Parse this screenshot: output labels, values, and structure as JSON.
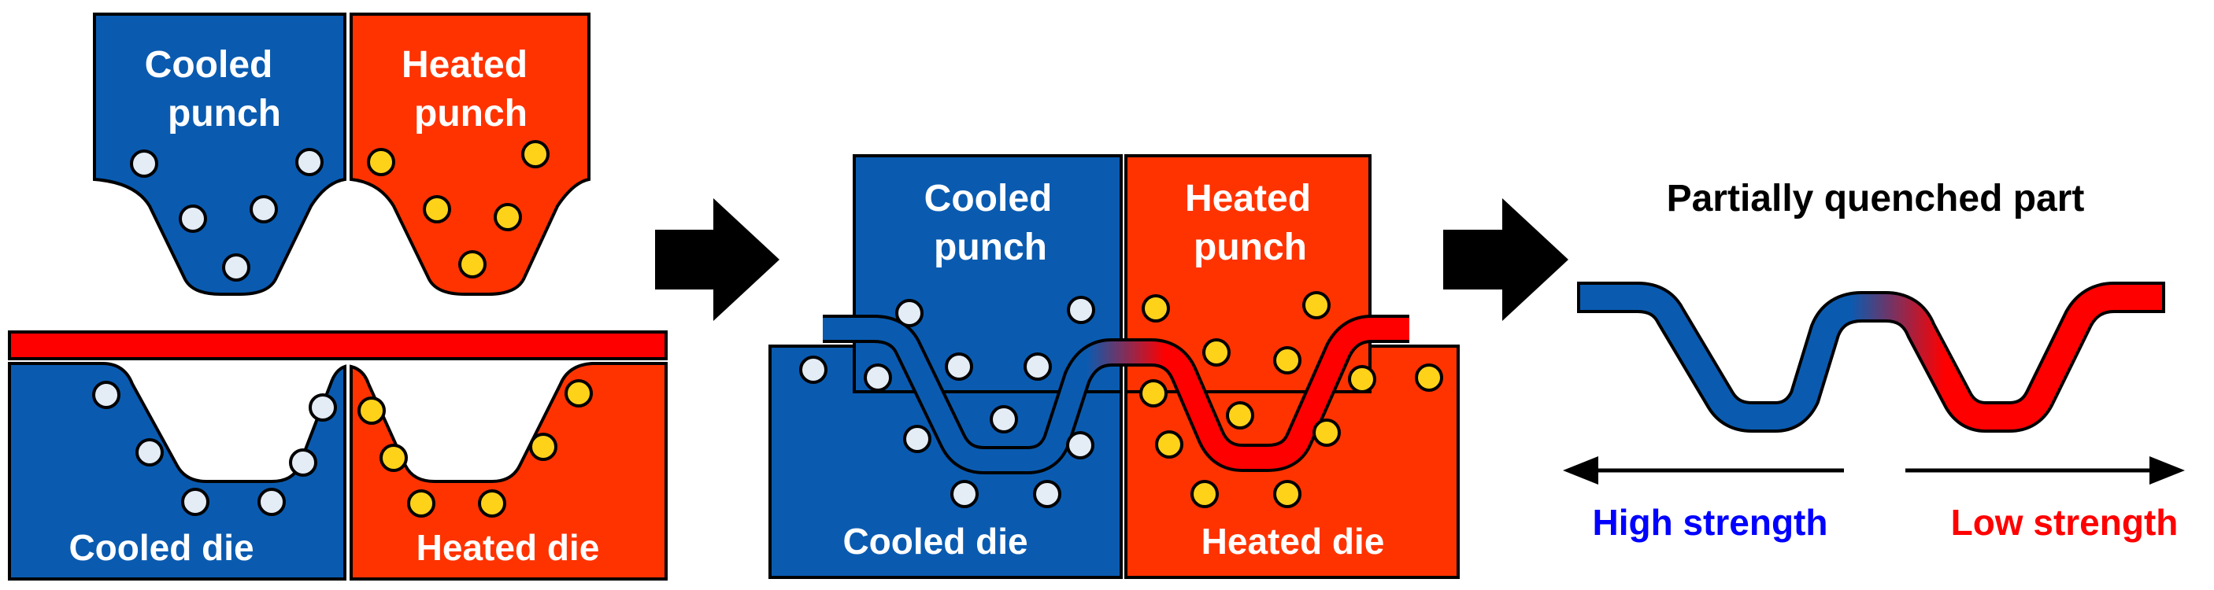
{
  "labels": {
    "cooled_punch_1": "Cooled",
    "cooled_punch_2": "punch",
    "heated_punch_1": "Heated",
    "heated_punch_2": "punch",
    "cooled_die": "Cooled die",
    "heated_die": "Heated die",
    "result_title": "Partially quenched part",
    "high_strength": "High strength",
    "low_strength": "Low strength"
  },
  "colors": {
    "cooled": "#0a5bb0",
    "heated": "#ff3300",
    "sheet_red": "#ff0000",
    "high_strength_text": "#0000ff",
    "low_strength_text": "#ff0000",
    "arrow": "#000000",
    "cooling_channel": "#e4ecf6",
    "heating_channel": "#ffd21a"
  },
  "icons": {
    "process_arrow": "right-arrow-icon",
    "cooling_channel": "circle-icon",
    "heating_channel": "circle-icon"
  }
}
